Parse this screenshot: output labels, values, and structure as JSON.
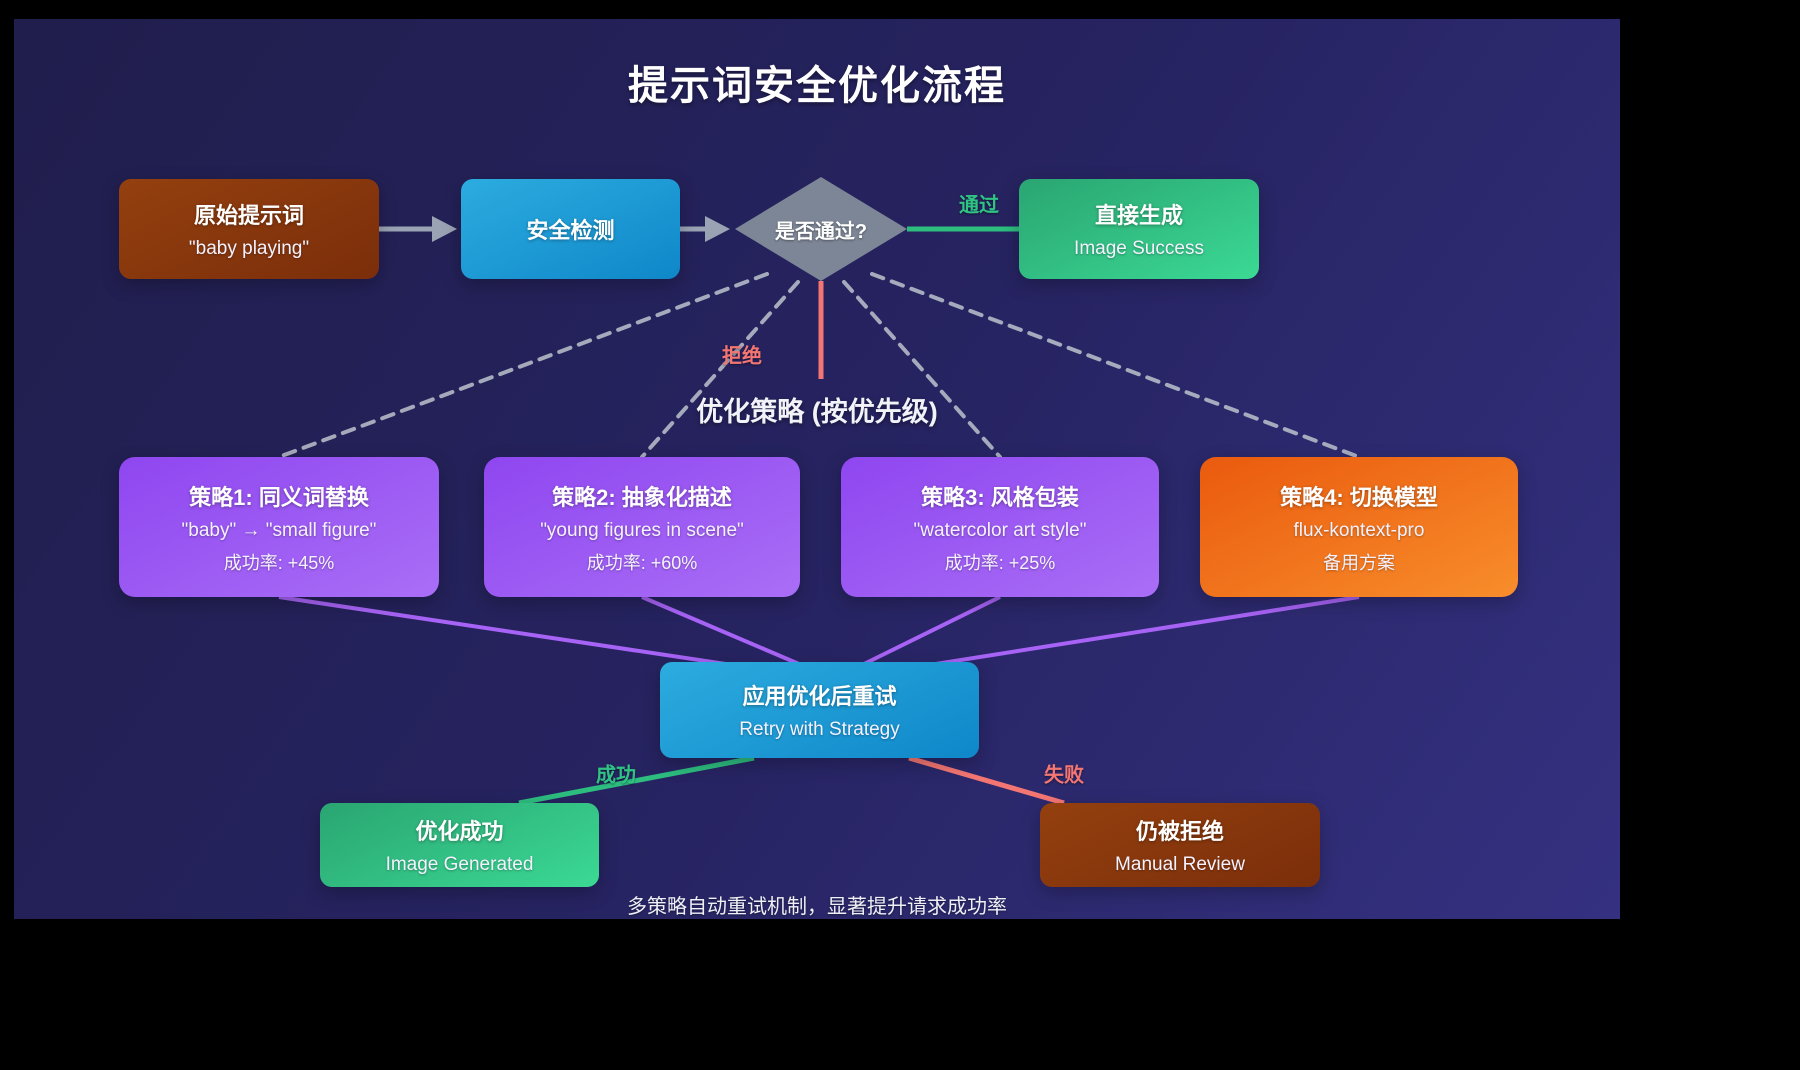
{
  "title": "提示词安全优化流程",
  "heading": "优化策略 (按优先级)",
  "caption": "多策略自动重试机制，显著提升请求成功率",
  "nodes": {
    "original": {
      "title": "原始提示词",
      "subtitle": "\"baby playing\""
    },
    "safety": {
      "title": "安全检测"
    },
    "decision": {
      "title": "是否通过?"
    },
    "direct": {
      "title": "直接生成",
      "subtitle": "Image Success"
    },
    "strategy1": {
      "title": "策略1: 同义词替换",
      "line2": "\"baby\" → \"small figure\"",
      "line3": "成功率: +45%"
    },
    "strategy2": {
      "title": "策略2: 抽象化描述",
      "line2": "\"young figures in scene\"",
      "line3": "成功率: +60%"
    },
    "strategy3": {
      "title": "策略3: 风格包装",
      "line2": "\"watercolor art style\"",
      "line3": "成功率: +25%"
    },
    "strategy4": {
      "title": "策略4: 切换模型",
      "line2": "flux-kontext-pro",
      "line3": "备用方案"
    },
    "retry": {
      "title": "应用优化后重试",
      "subtitle": "Retry with Strategy"
    },
    "success": {
      "title": "优化成功",
      "subtitle": "Image Generated"
    },
    "rejected": {
      "title": "仍被拒绝",
      "subtitle": "Manual Review"
    }
  },
  "edges": {
    "pass": "通过",
    "reject": "拒绝",
    "success": "成功",
    "fail": "失败"
  },
  "colors": {
    "background_top": "#201e4c",
    "background_bottom": "#353181",
    "node_brown": "#8a3a0d",
    "node_blue": "#1a9ad6",
    "node_green": "#32c286",
    "node_purple": "#9c5af3",
    "node_orange": "#f1741c",
    "diamond_gray": "#7d8696",
    "edge_gray": "#99a3b3",
    "edge_dashed": "#bcc3cd",
    "edge_purple": "#a763f5",
    "edge_green": "#2dbd7f",
    "edge_red": "#f47673"
  }
}
